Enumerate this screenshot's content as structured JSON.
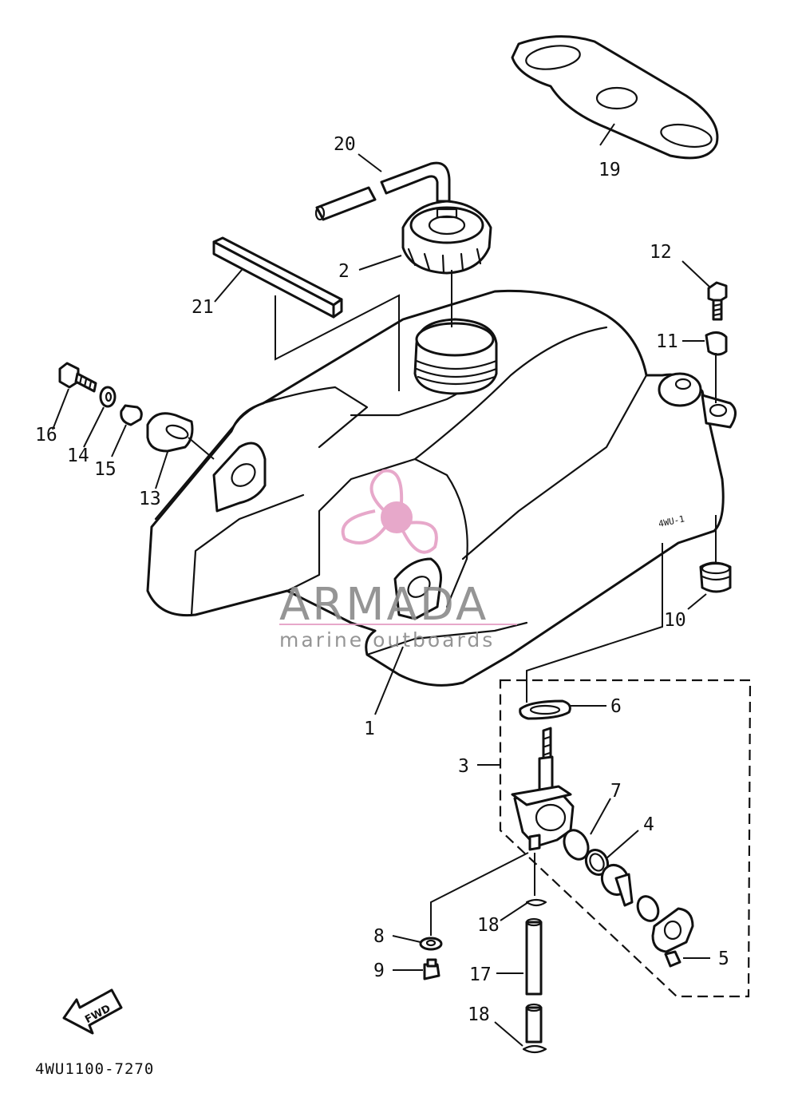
{
  "callouts": [
    {
      "id": "c1",
      "text": "1"
    },
    {
      "id": "c2",
      "text": "2"
    },
    {
      "id": "c3",
      "text": "3"
    },
    {
      "id": "c4",
      "text": "4"
    },
    {
      "id": "c5",
      "text": "5"
    },
    {
      "id": "c6",
      "text": "6"
    },
    {
      "id": "c7",
      "text": "7"
    },
    {
      "id": "c8",
      "text": "8"
    },
    {
      "id": "c9",
      "text": "9"
    },
    {
      "id": "c10",
      "text": "10"
    },
    {
      "id": "c11",
      "text": "11"
    },
    {
      "id": "c12",
      "text": "12"
    },
    {
      "id": "c13",
      "text": "13"
    },
    {
      "id": "c14",
      "text": "14"
    },
    {
      "id": "c15",
      "text": "15"
    },
    {
      "id": "c16",
      "text": "16"
    },
    {
      "id": "c17",
      "text": "17"
    },
    {
      "id": "c18a",
      "text": "18"
    },
    {
      "id": "c18b",
      "text": "18"
    },
    {
      "id": "c19",
      "text": "19"
    },
    {
      "id": "c20",
      "text": "20"
    },
    {
      "id": "c21",
      "text": "21"
    }
  ],
  "fwd_label": "FWD",
  "diagram_code": "4WU1100-7270",
  "watermark": {
    "brand": "ARMADA",
    "tagline": "marine outboards",
    "accent_color": "#e39ac1",
    "text_color": "#8a8a8a"
  }
}
